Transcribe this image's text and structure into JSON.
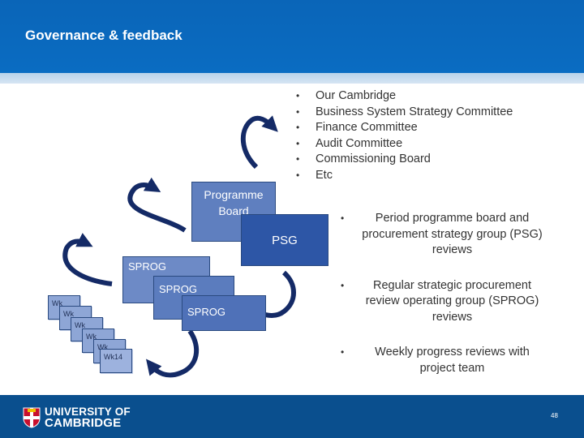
{
  "header": {
    "title": "Governance & feedback"
  },
  "governance_list": [
    "Our Cambridge",
    "Business System Strategy Committee",
    "Finance Committee",
    "Audit Committee",
    "Commissioning Board",
    "Etc"
  ],
  "diagram": {
    "programme_board": [
      "Programme",
      "Board"
    ],
    "psg": "PSG",
    "sprog_boxes": [
      "SPROG",
      "SPROG",
      "SPROG"
    ],
    "week_boxes": [
      "Wk",
      "Wk",
      "Wk",
      "Wk",
      "Wk",
      "Wk14"
    ]
  },
  "reviews": [
    "Period programme board and procurement strategy group (PSG) reviews",
    "Regular strategic procurement review operating group (SPROG) reviews",
    "Weekly progress reviews with project team"
  ],
  "bullet": "•",
  "footer": {
    "logo_lines": [
      "UNIVERSITY OF",
      "CAMBRIDGE"
    ],
    "page_number": "48"
  },
  "colors": {
    "header_blue": "#0a65b8",
    "footer_blue": "#0a4f8e",
    "arrow_navy": "#142a66"
  }
}
